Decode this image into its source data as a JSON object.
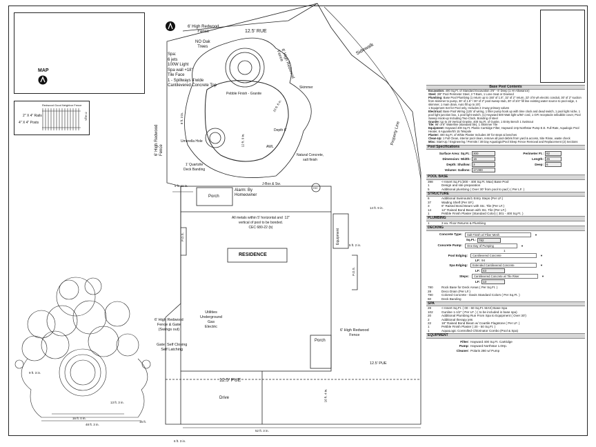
{
  "plan": {
    "map_label": "MAP",
    "fence_legend": {
      "title": "Redwood Good Neighbor Fence",
      "rails": "2\" X 4\" Rails",
      "posts": "4\" X 4\" Posts",
      "height": "6' High"
    },
    "top_fence": "6' High Redwood\nFence",
    "rue_top": "12.5' RUE",
    "no_oak": "NO Oak\nTrees",
    "sidewalk": "Sidewalk",
    "right_fence": "6' High Redwood\nFence",
    "spa_note": "Spa:\n6 jets\n100W Light\nSpa wall +18\"\nTile Face\n1 - Spillways 4'wide\nCantilevered Concrete Top",
    "pebble": "Pebble Finish - Granite",
    "skimmer": "Skimmer",
    "depth": "Depth 6'",
    "umbrella": "Umbrella Hole",
    "awl": "AWL",
    "natural_concrete": "Natural Concrete,\nsalt finish",
    "property_line": "Property Line",
    "quartzite": "1' Quartzite\nDeck Banding",
    "left_fence": "6' High Redwood\nFence",
    "jbox": "J-Box & Sw.",
    "alarm": "Alarm: By\nHomeowner",
    "porch_top": "Porch",
    "metals": "All metals within 5' horizontal and  12\"\nvertical of pool to be bonded.\nCEC 680-22 (b)",
    "equipment": "Equipment",
    "residence": "RESIDENCE",
    "utilities": "Utilities\nUnderground\nGas\nElectric",
    "gate_fence": "6' High Redwood\nFence & Gate\n(Swings out)",
    "gate_note": "Gate: Self Closing\nSelf Latching",
    "porch_bottom": "Porch",
    "right_fence_low": "6' High Redwood\nFence",
    "pue_mid": "12.5' PUE",
    "pue_bottom": "12.5' PUE",
    "drive": "Drive",
    "dims": {
      "d1": "5 ft. 11 in.",
      "d2": "14 ft. 9 in.",
      "d3": "5 ft. 2 in.",
      "d4": "16 ft. 4 in.",
      "d5": "52 ft. 3 in.",
      "d6": "6 ft. 3 in.",
      "d7": "9 ft. 3 in.",
      "d8": "13 ft. 3 in.",
      "d9": "16 ft. 0 in.",
      "d10": "48 ft. 3 in.",
      "d11": "15 ft.",
      "d12": "8 ft. 3 in.",
      "d13": "12 ft. 9 in.",
      "d14": "10 ft. 6 in."
    },
    "hc": "H/C",
    "pos_mark": "P.O.S."
  },
  "spec": {
    "base_title": "Base Pool Contents",
    "base_text": [
      {
        "k": "Excavation:",
        "v": "400 Sq.Ft. of Standard Excavation  3'6\" - 6' Deep   (1 Hr Allowance)"
      },
      {
        "k": "Steel:",
        "v": "3/8\" Pool Perimeter Steel, 2 T-Bars, 1 Lone Seat or Downed"
      },
      {
        "k": "Plumbing:",
        "v": "Base Pool Plumbing (1 return up to 150' of 1.5\", 32' of 2\" return, 22' of 8 wh electric conduit, 30' of 2\" suction from skimmer to pump, 30' of 1.5\" / 30' of 2\" pool sweep stub, 30' of 3/4\" fill line existing water source to pool edge, 1 skimmer, 1 main drain, Auto fill up to 20')"
      },
      {
        "k": "",
        "v": "1 Equipment Set for Pool only, Includes 2 3-way primary valves"
      },
      {
        "k": "Electrical:",
        "v": "Base Pool Wiring (125' of wiring, 1 filter pump hook up with time clock and dead switch, 1 pool light niche, 1 pool light junction box, 1 pool light switch, (1) Hayward 500 Watt light w/50' cord, 1 GFI receptacle w/bubble cover, Pool Sweep Hook-up Including Two-Clock, Bonding of steel"
      },
      {
        "k": "Granite:",
        "v": "Up to 20 Vertical Granite, 400 Sq.Ft. of Gunite, 1 Entry Bench 1 Swimout"
      },
      {
        "k": "Tile:",
        "v": "96' of 6\" Waterline (standard tile), 1 Skimmer Tile"
      },
      {
        "k": "Equipment:",
        "v": "Hayward 400 Sq.Ft. Plastic Cartridge Filter, Hayward 1Hp Northstar Pump E.E. Full Rate, Aqualogic Pool Heater, 6 Aquarite/Sh 15 Telepole"
      },
      {
        "k": "Plaster:",
        "v": "400 Sq.Ft. of White Plaster Includes 30' for steps & benches"
      },
      {
        "k": "Clean-Up:",
        "v": "1 Full Clean, interior pool clean, remove all pool debris from yard & access, Site Rinse, waste check"
      },
      {
        "k": "Misc:",
        "v": "Start-Up / Engineering / Permits / 30 Day Aqualogic/Pool Sleep Fence Removal and Replacement (2) Sections"
      }
    ],
    "specs_title": "Pool Specifications",
    "specs": [
      {
        "k": "Surface Area: Sq.Ft.:",
        "v": "300",
        "k2": "Perimeter Ft.:",
        "v2": "82"
      },
      {
        "k": "Dimension: Width:",
        "v": "16",
        "k2": "Length:",
        "v2": "26"
      },
      {
        "k": "Depth: Shallow:",
        "v": "3",
        "k2": "Deep:",
        "v2": "6"
      },
      {
        "k": "Volume: Gallons:",
        "v": "17,000",
        "k2": "",
        "v2": ""
      }
    ],
    "poolbase_title": "POOL BASE",
    "poolbase": [
      {
        "q": "398",
        "d": "<-Insert Sq.Ft.(300 - 400 Sq.Ft. Max)        Base Pool"
      },
      {
        "q": "1",
        "d": "Design and site preparation"
      },
      {
        "q": "5",
        "d": "Additional plumbing ( Over 30' from pool to pad ) ( Per LF. )"
      }
    ],
    "structure_title": "STRUCTURE",
    "structure": [
      {
        "q": "6",
        "d": "Additional Swimouts/1 Entry Steps (Per LF.)"
      },
      {
        "q": "37",
        "d": "Wading Shelf                          (Per SF.)"
      },
      {
        "q": "3",
        "d": "6\" Raised Bond Beam with Stc. Tile             (Per LF.)"
      },
      {
        "q": "14",
        "d": "12\" Raised Bond Beam with Stc. Tile            (Per LF.)"
      },
      {
        "q": "1",
        "d": "Pebble Finish Plaster     (Standard Color)       ( 301 - 400 Sq.Ft. )"
      }
    ],
    "plumbing_title": "PLUMBING",
    "plumbing": [
      {
        "q": "1",
        "d": "3 ea. Floor Returns & Plumbing"
      }
    ],
    "decking_title": "DECKING",
    "decking": {
      "concrete_type_k": "Concrete Type:",
      "concrete_type_v": "Salt Finish w/ Fiber Mesh",
      "sqft_k": "Sq.Ft.:",
      "sqft_v": "782",
      "pump_k": "Concrete Pump:",
      "pump_v": "One Day of Pumping",
      "pump_q": "1",
      "edging_k": "Pool Edging:",
      "edging_v": "Cantilevered Concrete",
      "edging_lf_k": "LF:",
      "edging_lf_v": "94",
      "spa_edging_k": "Spa Edging:",
      "spa_edging_v": "Extended Cantilevered Concrete",
      "spa_lf_k": "LF:",
      "spa_lf_v": "43",
      "steps_k": "Steps:",
      "steps_v": "Cantilevered Concrete w/ Tile Riser",
      "steps_lf_k": "LF:",
      "steps_lf_v": "13"
    },
    "decking_rows": [
      {
        "q": "780",
        "d": "Rock Base for Deck Areas                 ( Per Sq.Ft. )"
      },
      {
        "q": "28",
        "d": "Deco Drain (Per LF.)"
      },
      {
        "q": "780",
        "d": "Colored Concrete - Davis Standard Colors      ( Per Sq.Ft. )"
      },
      {
        "q": "60",
        "d": "Deck Banding"
      }
    ],
    "spa_title": "SPA",
    "spa": [
      {
        "q": "28",
        "d": "<-Insert Sq.Ft. ( 00 - 60 Sq.Ft. MAX)    Base Spa"
      },
      {
        "q": "102",
        "d": "Gunline 1-1/2\" ( Per LF. ) ( to be included in base spa)"
      },
      {
        "q": "20",
        "d": "Additional Plumbing Run From Spa to Equipment ( Over 30')"
      },
      {
        "q": "2",
        "d": "Additional therapy jets"
      },
      {
        "q": "22",
        "d": "18\" Raised Bond Beam w/ Coartile Flagstone  ( Per LF. )"
      },
      {
        "q": "1",
        "d": "Pebble Finish Plaster      ( 20 - 50 Sq.Ft. )"
      },
      {
        "q": "1",
        "d": "AquaLogic Controlled Chlorinator Combo (Pool & Spa)"
      }
    ],
    "equipment_title": "EQUIPMENT",
    "equipment": [
      {
        "k": "Filter:",
        "v": "Hayward 400 Sq.Ft. Cartridge"
      },
      {
        "k": "Pump:",
        "v": "Hayward Northstar 1.0Hp."
      },
      {
        "k": "Cleaner:",
        "v": "Polaris 280 w/ Pump"
      }
    ]
  }
}
